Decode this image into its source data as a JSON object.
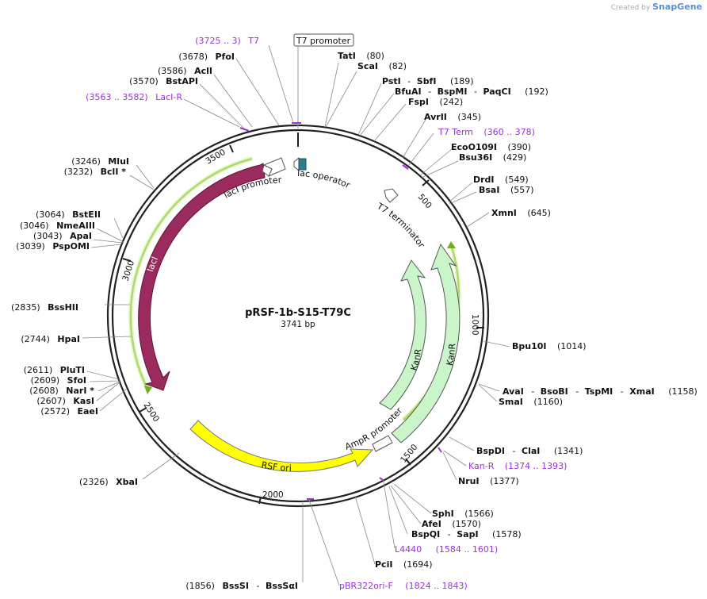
{
  "watermark": {
    "created_by": "Created by",
    "brand": "SnapGene"
  },
  "plasmid": {
    "name": "pRSF-1b-S15-T79C",
    "length": "3741 bp"
  },
  "ticks": [
    "500",
    "1000",
    "1500",
    "2000",
    "2500",
    "3000",
    "3500"
  ],
  "features": {
    "lacI": "lacI",
    "lacI_promoter": "lacI promoter",
    "lac_operator": "lac operator",
    "t7_terminator": "T7 terminator",
    "kanR_inner": "KanR",
    "kanR_outer": "KanR",
    "ampR_promoter": "AmpR promoter",
    "rsf_ori": "RSF ori",
    "t7_promoter": "T7 promoter"
  },
  "sites": [
    {
      "pos": "(3725 .. 3)",
      "name": "T7"
    },
    {
      "pos": "(3678)",
      "name": "PfoI"
    },
    {
      "pos": "(3586)",
      "name": "AclI"
    },
    {
      "pos": "(3570)",
      "name": "BstAPI"
    },
    {
      "pos": "(3563 .. 3582)",
      "name": "LacI-R"
    },
    {
      "pos": "(3246)",
      "name": "MluI"
    },
    {
      "pos": "(3232)",
      "name": "BclI *"
    },
    {
      "pos": "(3064)",
      "name": "BstEII"
    },
    {
      "pos": "(3046)",
      "name": "NmeAIII"
    },
    {
      "pos": "(3043)",
      "name": "ApaI"
    },
    {
      "pos": "(3039)",
      "name": "PspOMI"
    },
    {
      "pos": "(2835)",
      "name": "BssHII"
    },
    {
      "pos": "(2744)",
      "name": "HpaI"
    },
    {
      "pos": "(2611)",
      "name": "PluTI"
    },
    {
      "pos": "(2609)",
      "name": "SfoI"
    },
    {
      "pos": "(2608)",
      "name": "NarI *"
    },
    {
      "pos": "(2607)",
      "name": "KasI"
    },
    {
      "pos": "(2572)",
      "name": "EaeI"
    },
    {
      "pos": "(2326)",
      "name": "XbaI"
    },
    {
      "name": "TatI",
      "pos": "(80)"
    },
    {
      "name": "ScaI",
      "pos": "(82)"
    },
    {
      "name": "PstI",
      "pos": "(189)",
      "extra": [
        "SbfI"
      ]
    },
    {
      "name": "BfuAI",
      "pos": "(192)",
      "extra": [
        "BspMI",
        "PaqCI"
      ]
    },
    {
      "name": "FspI",
      "pos": "(242)"
    },
    {
      "name": "AvrII",
      "pos": "(345)"
    },
    {
      "name": "T7 Term",
      "pos": "(360 .. 378)"
    },
    {
      "name": "EcoO109I",
      "pos": "(390)"
    },
    {
      "name": "Bsu36I",
      "pos": "(429)"
    },
    {
      "name": "DrdI",
      "pos": "(549)"
    },
    {
      "name": "BsaI",
      "pos": "(557)"
    },
    {
      "name": "XmnI",
      "pos": "(645)"
    },
    {
      "name": "Bpu10I",
      "pos": "(1014)"
    },
    {
      "name": "AvaI",
      "pos": "(1158)",
      "extra": [
        "BsoBI",
        "TspMI",
        "XmaI"
      ]
    },
    {
      "name": "SmaI",
      "pos": "(1160)"
    },
    {
      "name": "BspDI",
      "pos": "(1341)",
      "extra": [
        "ClaI"
      ]
    },
    {
      "name": "Kan-R",
      "pos": "(1374 .. 1393)"
    },
    {
      "name": "NruI",
      "pos": "(1377)"
    },
    {
      "name": "SphI",
      "pos": "(1566)"
    },
    {
      "name": "AfeI",
      "pos": "(1570)"
    },
    {
      "name": "BspQI",
      "pos": "(1578)",
      "extra": [
        "SapI"
      ]
    },
    {
      "name": "L4440",
      "pos": "(1584 .. 1601)"
    },
    {
      "name": "PciI",
      "pos": "(1694)"
    },
    {
      "name": "pBR322ori-F",
      "pos": "(1824 .. 1843)"
    },
    {
      "pos": "(1856)",
      "name": "BssSI",
      "extra": [
        "BssSαI"
      ]
    }
  ],
  "colors": {
    "lacI": "#9b2a5e",
    "lacI_stroke": "#5a1537",
    "kanR_fill": "#c9f5c9",
    "rsf_ori": "#ffff00",
    "primer": "#9b30d9",
    "operator": "#2d7d8a",
    "green_arrow": "#6fae1f"
  }
}
